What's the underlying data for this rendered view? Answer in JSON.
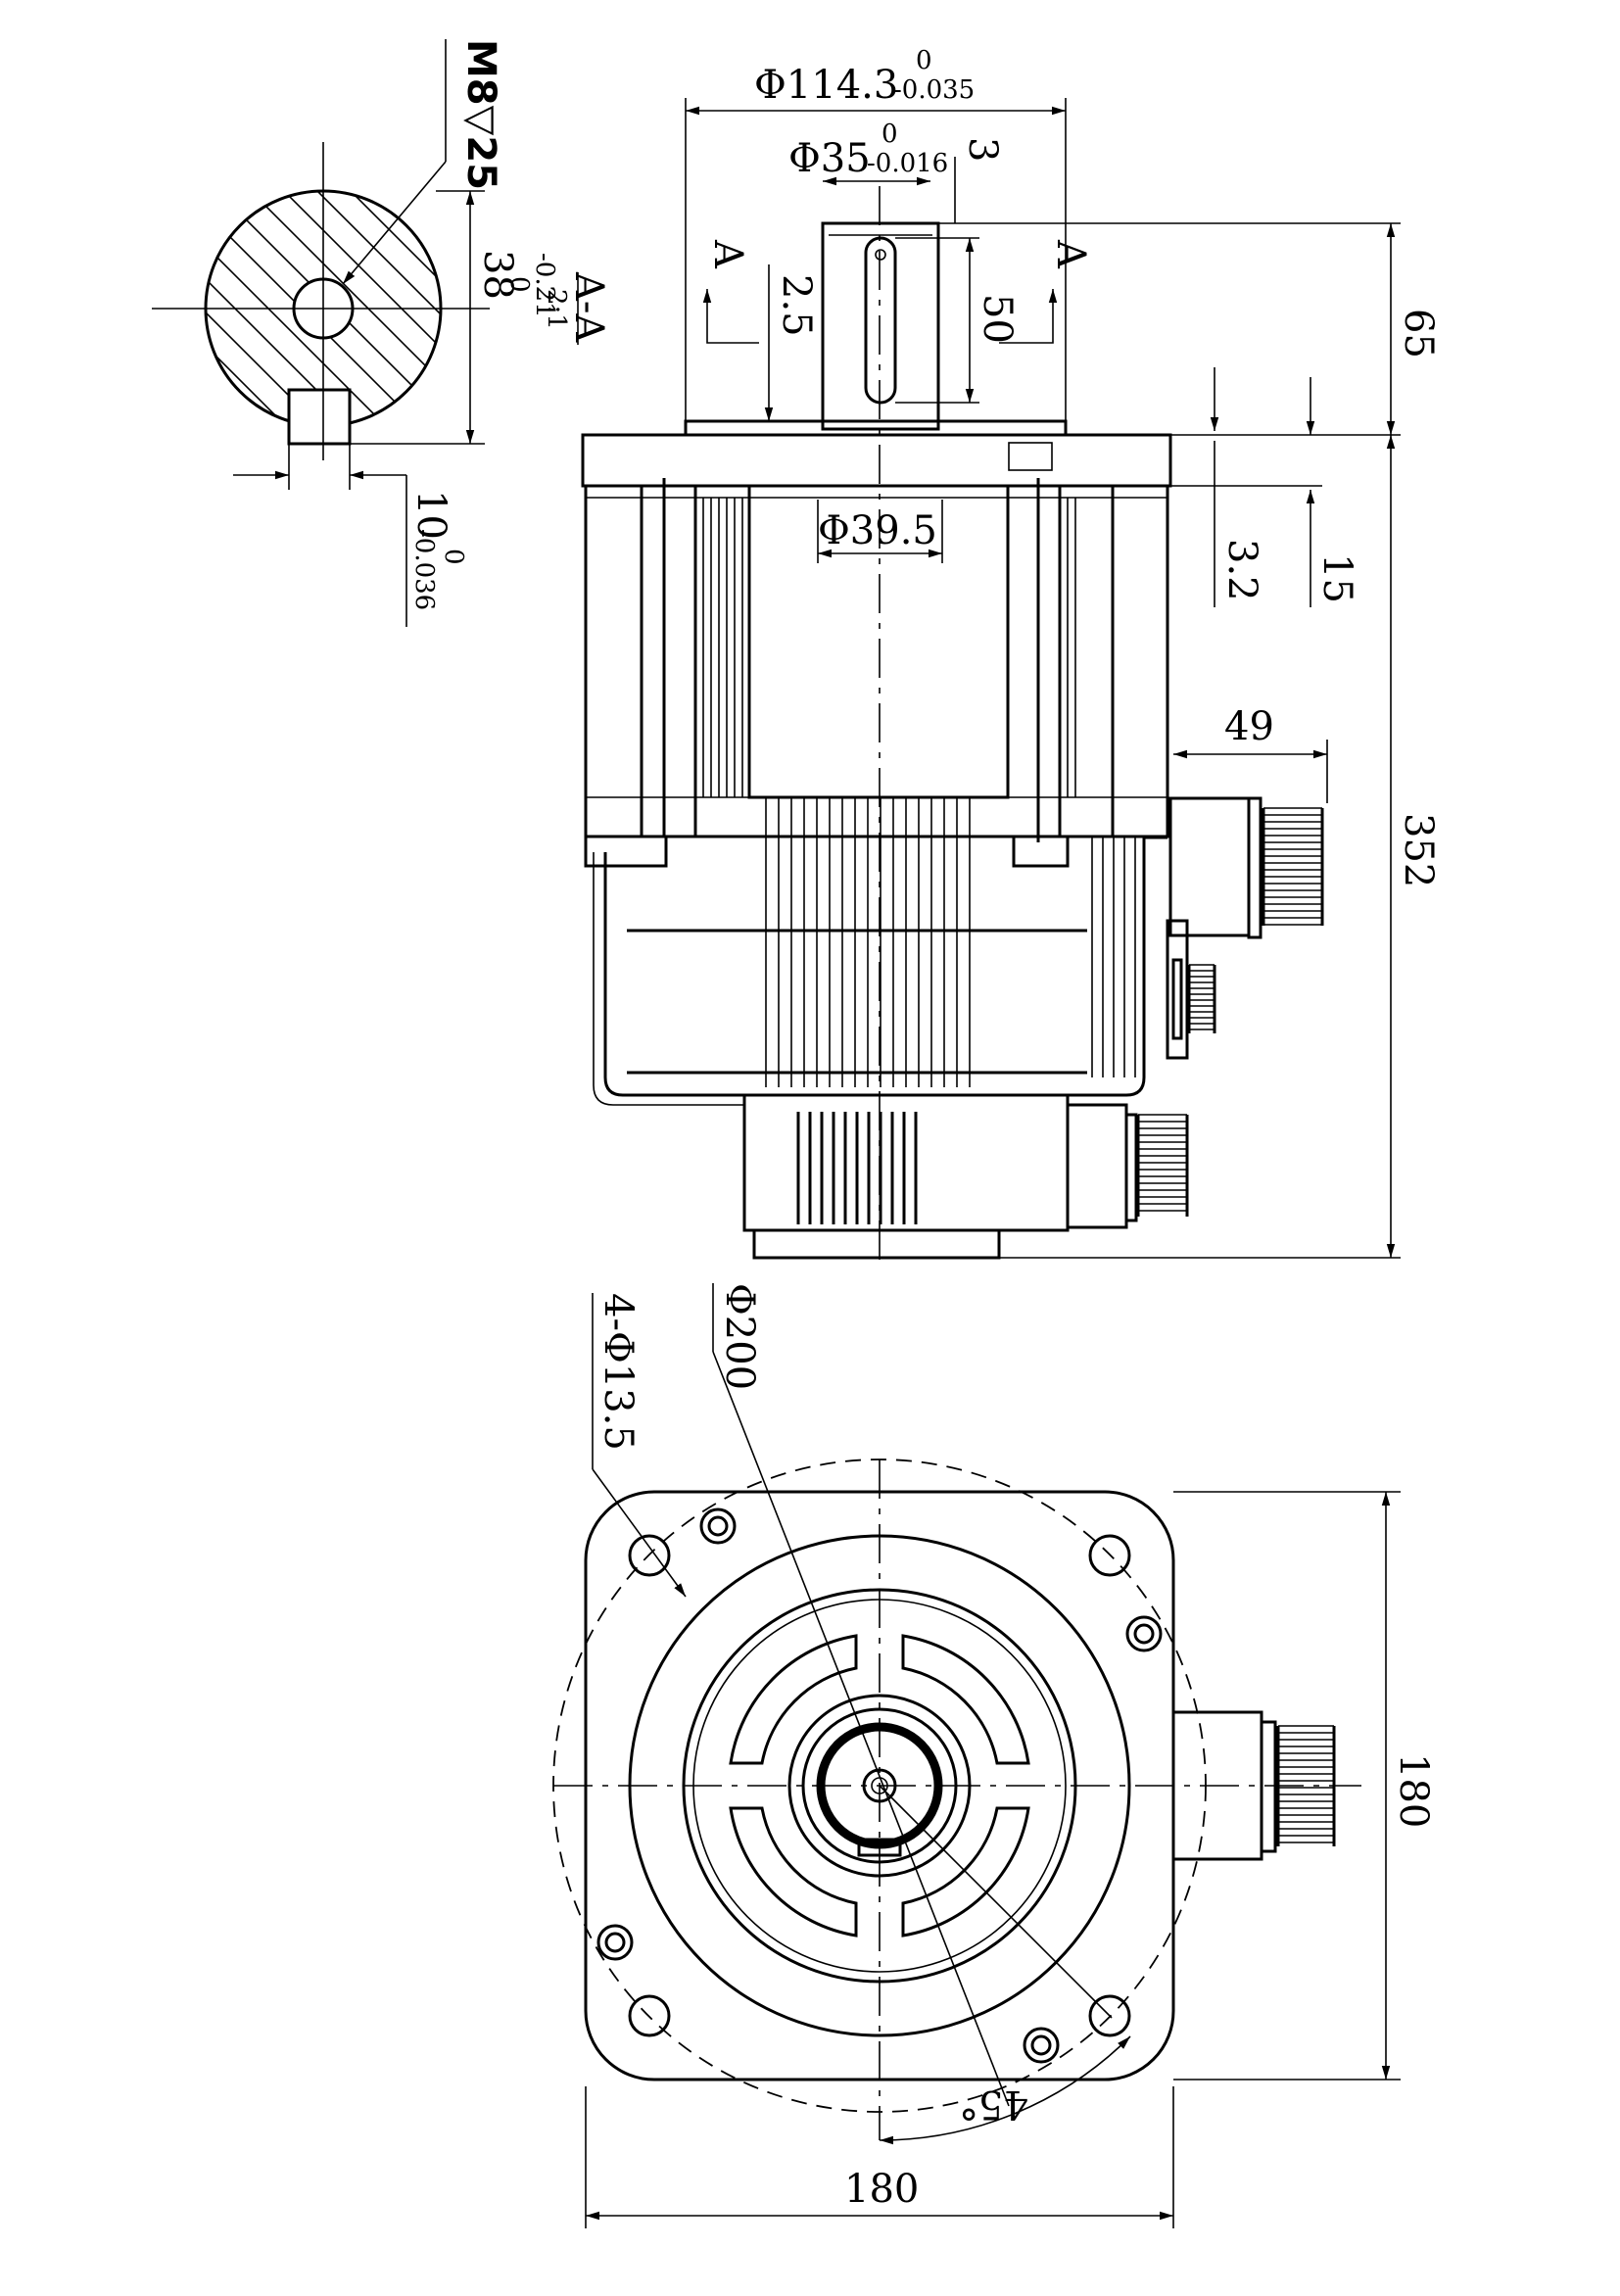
{
  "section": {
    "title": "A-A",
    "scale": "2:1",
    "thread": "M8▽25",
    "key_height": "38",
    "key_height_tol_upper": "0",
    "key_height_tol_lower": "-0.21",
    "key_width": "10",
    "key_width_tol_upper": "0",
    "key_width_tol_lower": "-0.036"
  },
  "side_view": {
    "pilot_dia": "Φ114.3",
    "pilot_tol_upper": "0",
    "pilot_tol_lower": "-0.035",
    "shaft_dia": "Φ35",
    "shaft_tol_upper": "0",
    "shaft_tol_lower": "-0.016",
    "shaft_end_offset": "3",
    "key_length": "50",
    "key_offset": "2.5",
    "section_mark_left": "A",
    "section_mark_right": "A",
    "shaft_length": "65",
    "flange_step": "3.2",
    "flange_thickness": "15",
    "boss_dia": "Φ39.5",
    "connector_offset": "49",
    "total_length": "352"
  },
  "front_view": {
    "holes": "4-Φ13.5",
    "pcd": "Φ200",
    "angle": "45°",
    "width": "180",
    "height": "180"
  }
}
